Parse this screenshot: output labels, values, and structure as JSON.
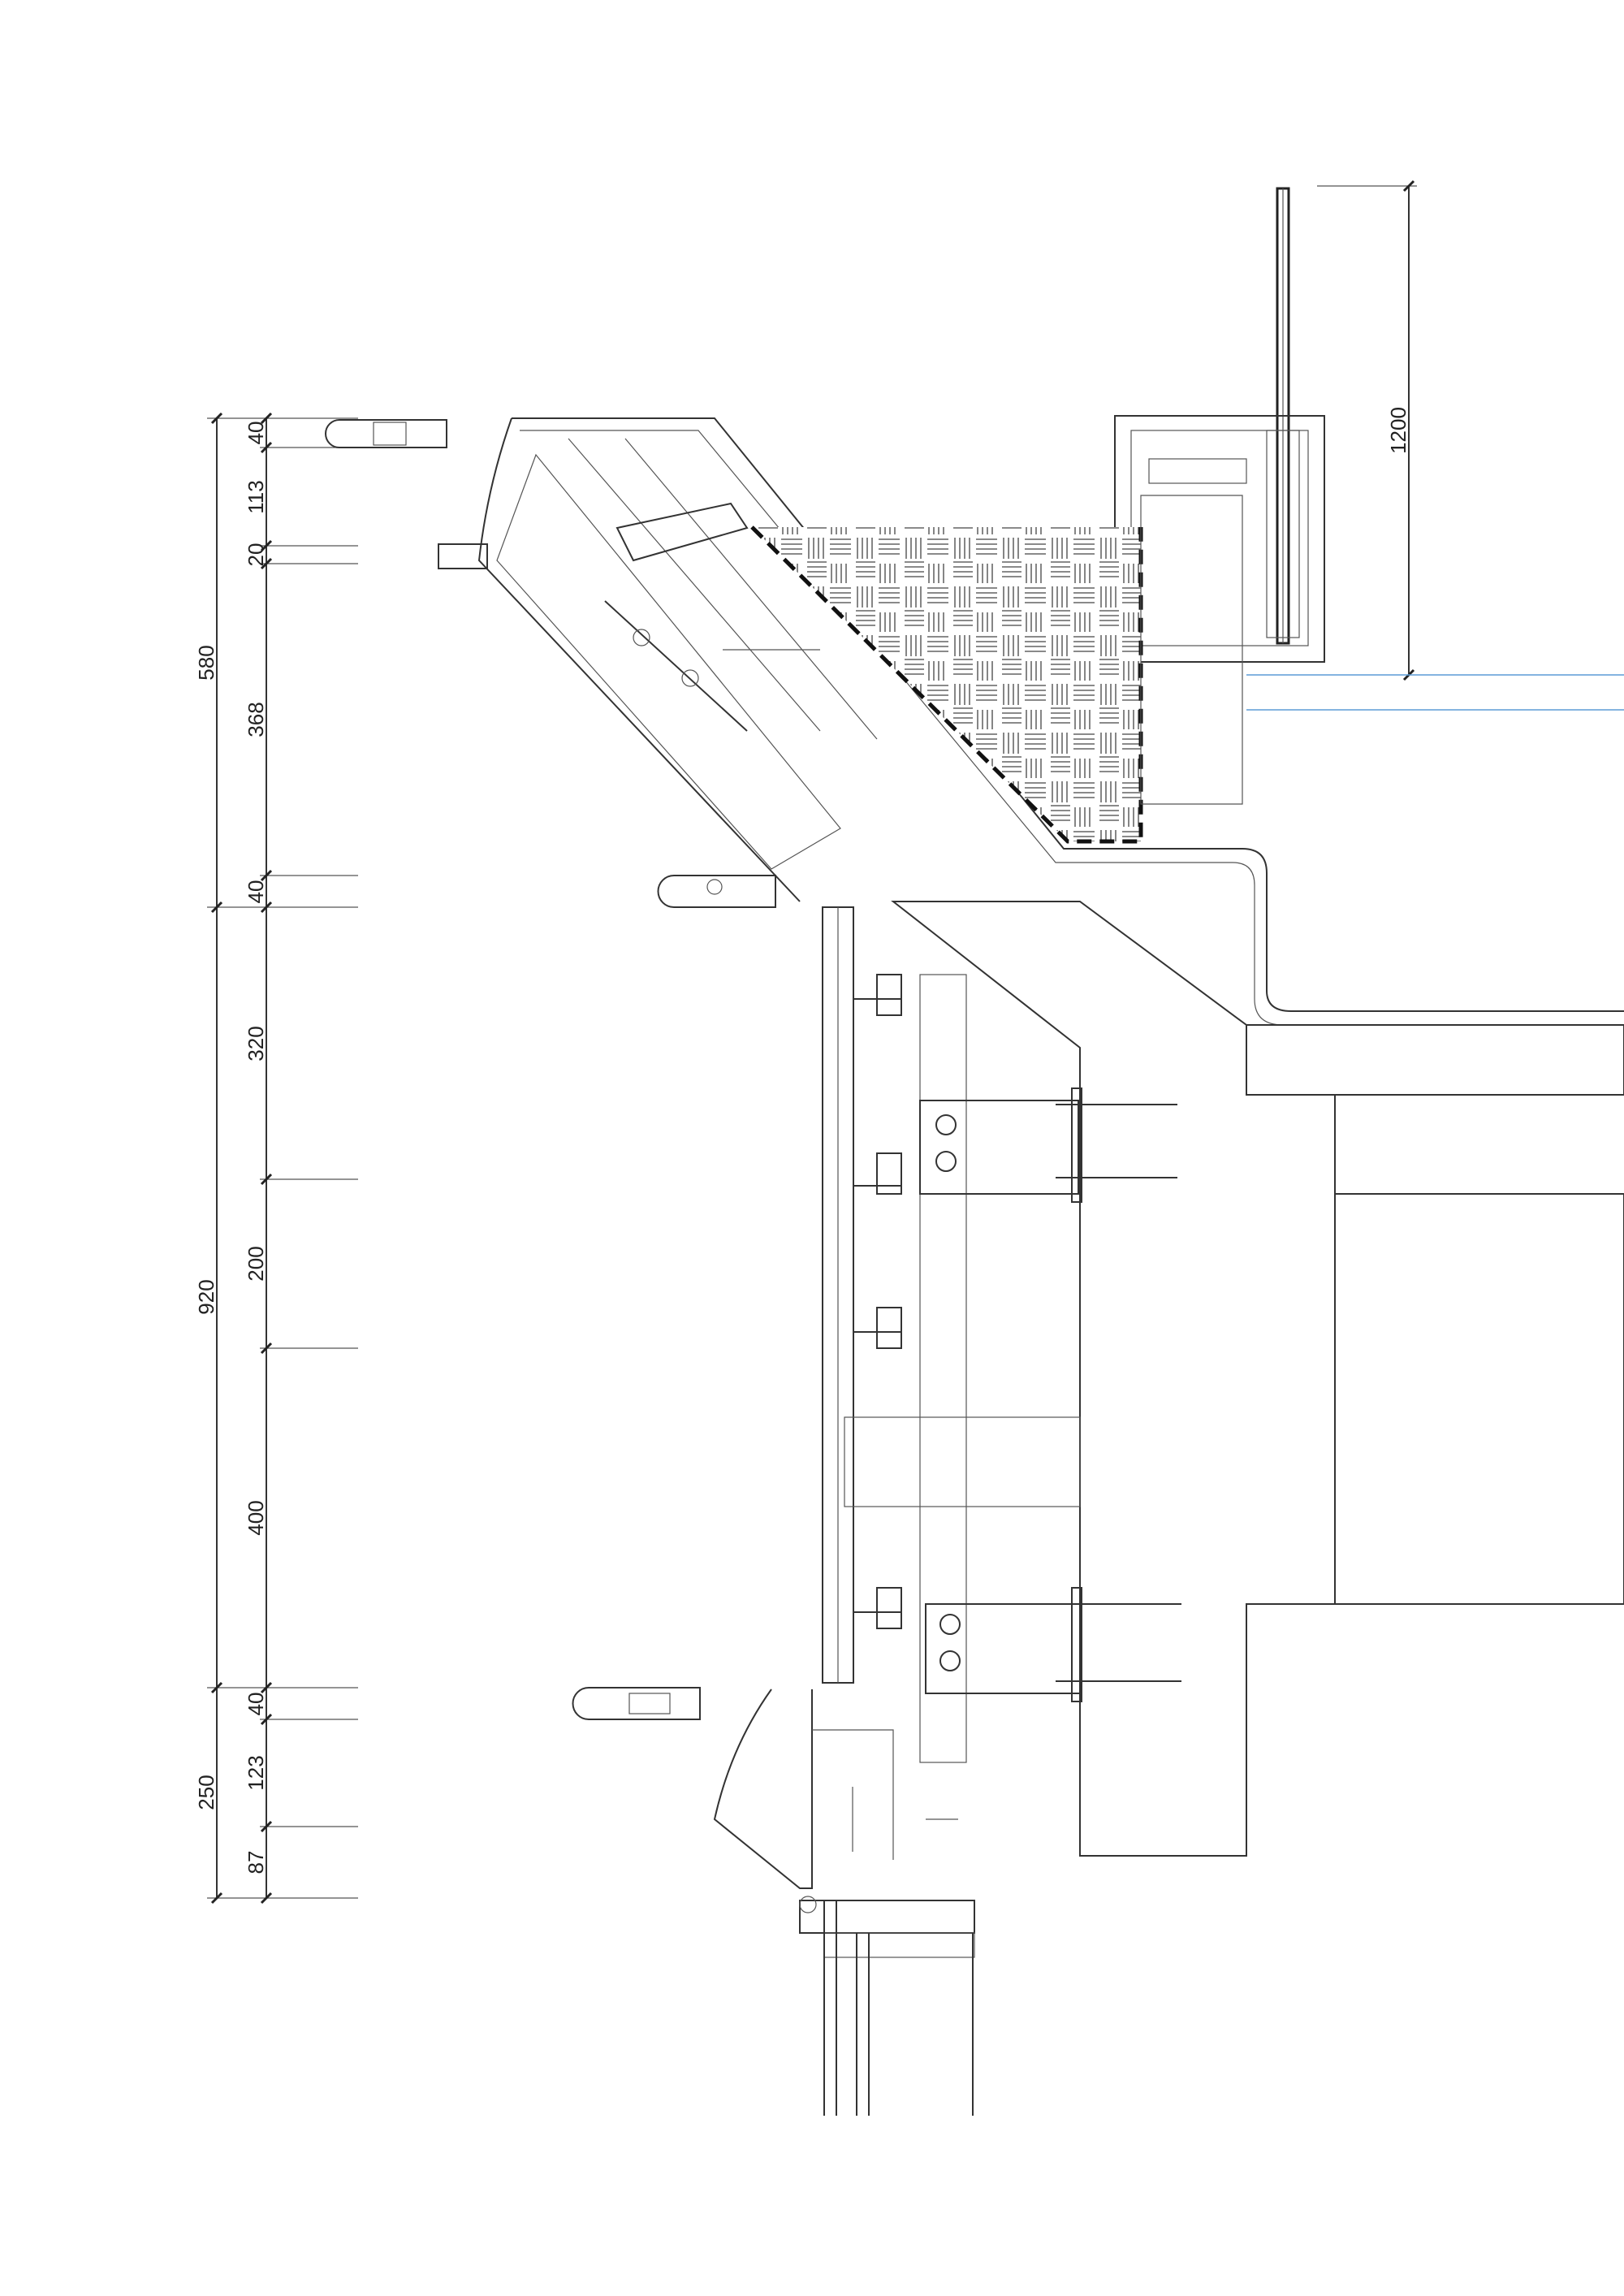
{
  "drawing": {
    "type": "facade section detail",
    "dimensions_left_inner": [
      "40",
      "113",
      "20",
      "368",
      "40",
      "320",
      "200",
      "400",
      "40",
      "123",
      "87"
    ],
    "dimensions_left_outer": [
      "580",
      "920",
      "250"
    ],
    "dimension_right": "1200",
    "colors": {
      "line": "#333333",
      "reference_line": "#5b9bd5"
    }
  }
}
